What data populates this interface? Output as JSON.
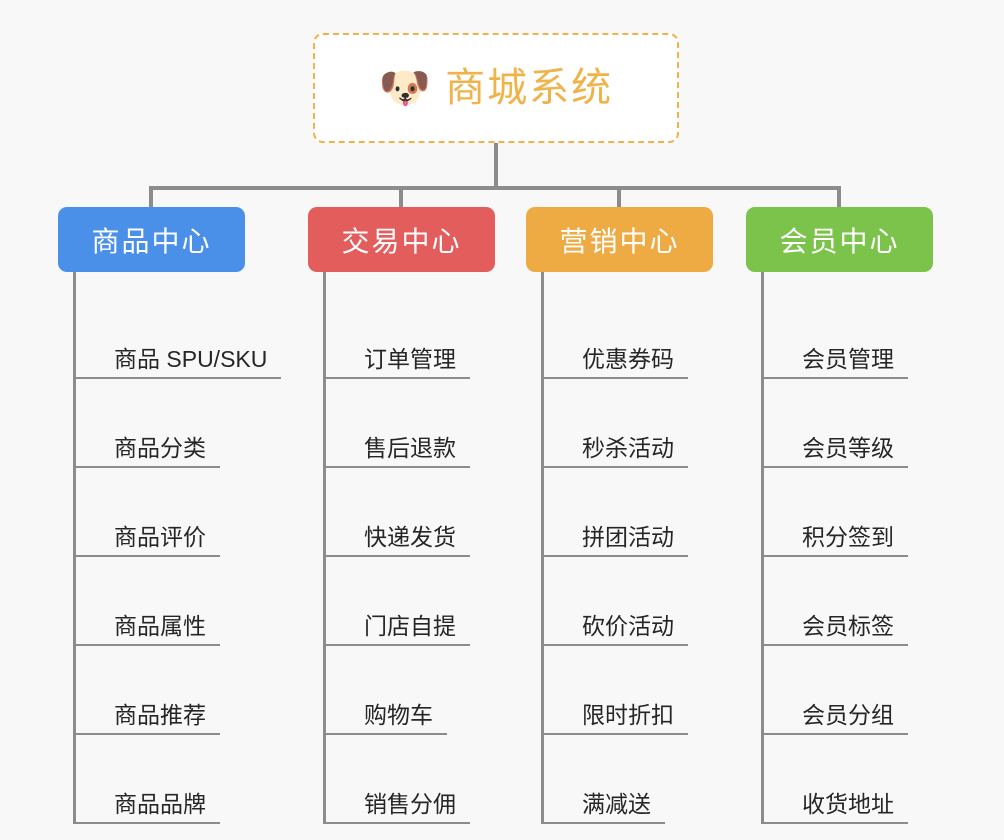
{
  "page": {
    "background_color": "#f8f8f8",
    "line_color": "#8c8c8c"
  },
  "root": {
    "icon": "dog-face-emoji",
    "emoji": "🐶",
    "title": "商城系统",
    "text_color": "#f0b34a",
    "border_color": "#f0b34a",
    "background_color": "#ffffff"
  },
  "columns": [
    {
      "id": "product-center",
      "title": "商品中心",
      "color": "#4a90e8",
      "items": [
        "商品 SPU/SKU",
        "商品分类",
        "商品评价",
        "商品属性",
        "商品推荐",
        "商品品牌"
      ]
    },
    {
      "id": "trade-center",
      "title": "交易中心",
      "color": "#e35d5d",
      "items": [
        "订单管理",
        "售后退款",
        "快递发货",
        "门店自提",
        "购物车",
        "销售分佣"
      ]
    },
    {
      "id": "marketing-center",
      "title": "营销中心",
      "color": "#eeab43",
      "items": [
        "优惠券码",
        "秒杀活动",
        "拼团活动",
        "砍价活动",
        "限时折扣",
        "满减送"
      ]
    },
    {
      "id": "member-center",
      "title": "会员中心",
      "color": "#7bc34a",
      "items": [
        "会员管理",
        "会员等级",
        "积分签到",
        "会员标签",
        "会员分组",
        "收货地址"
      ]
    }
  ]
}
